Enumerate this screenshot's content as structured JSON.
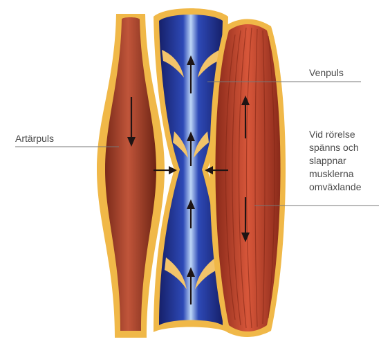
{
  "labels": {
    "venpuls": "Venpuls",
    "artarpuls": "Artärpuls",
    "muscle_lines": [
      "Vid rörelse",
      "spänns och",
      "slappnar",
      "musklerna",
      "omväxlande"
    ]
  },
  "colors": {
    "artery": "#a8432a",
    "vein": "#1f2f8a",
    "vein_highlight": "#a9c8f2",
    "muscle": "#c2452e",
    "tissue": "#f0b848",
    "arrow": "#1e1414",
    "leader_line": "#777777"
  },
  "icons": {
    "arrows": [
      "arrow-down-icon",
      "arrow-up-icon",
      "arrow-right-icon",
      "arrow-left-icon",
      "arrow-up-down-icon"
    ]
  }
}
